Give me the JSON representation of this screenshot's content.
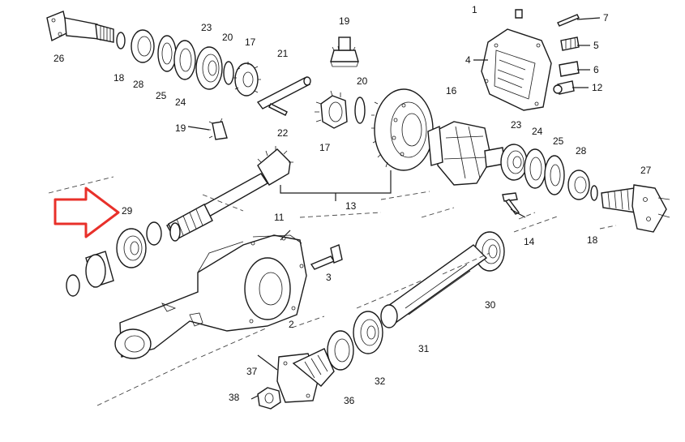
{
  "diagram": {
    "accent_color": "#e8302a",
    "callout_arrow": {
      "icon": "right-arrow-icon",
      "points_to": "29"
    },
    "labels": [
      "1",
      "7",
      "5",
      "6",
      "12",
      "4",
      "19",
      "23",
      "20",
      "17",
      "26",
      "18",
      "28",
      "25",
      "24",
      "21",
      "22",
      "16",
      "13",
      "27",
      "14",
      "29",
      "11",
      "3",
      "30",
      "2",
      "31",
      "37",
      "36",
      "32",
      "38"
    ]
  }
}
